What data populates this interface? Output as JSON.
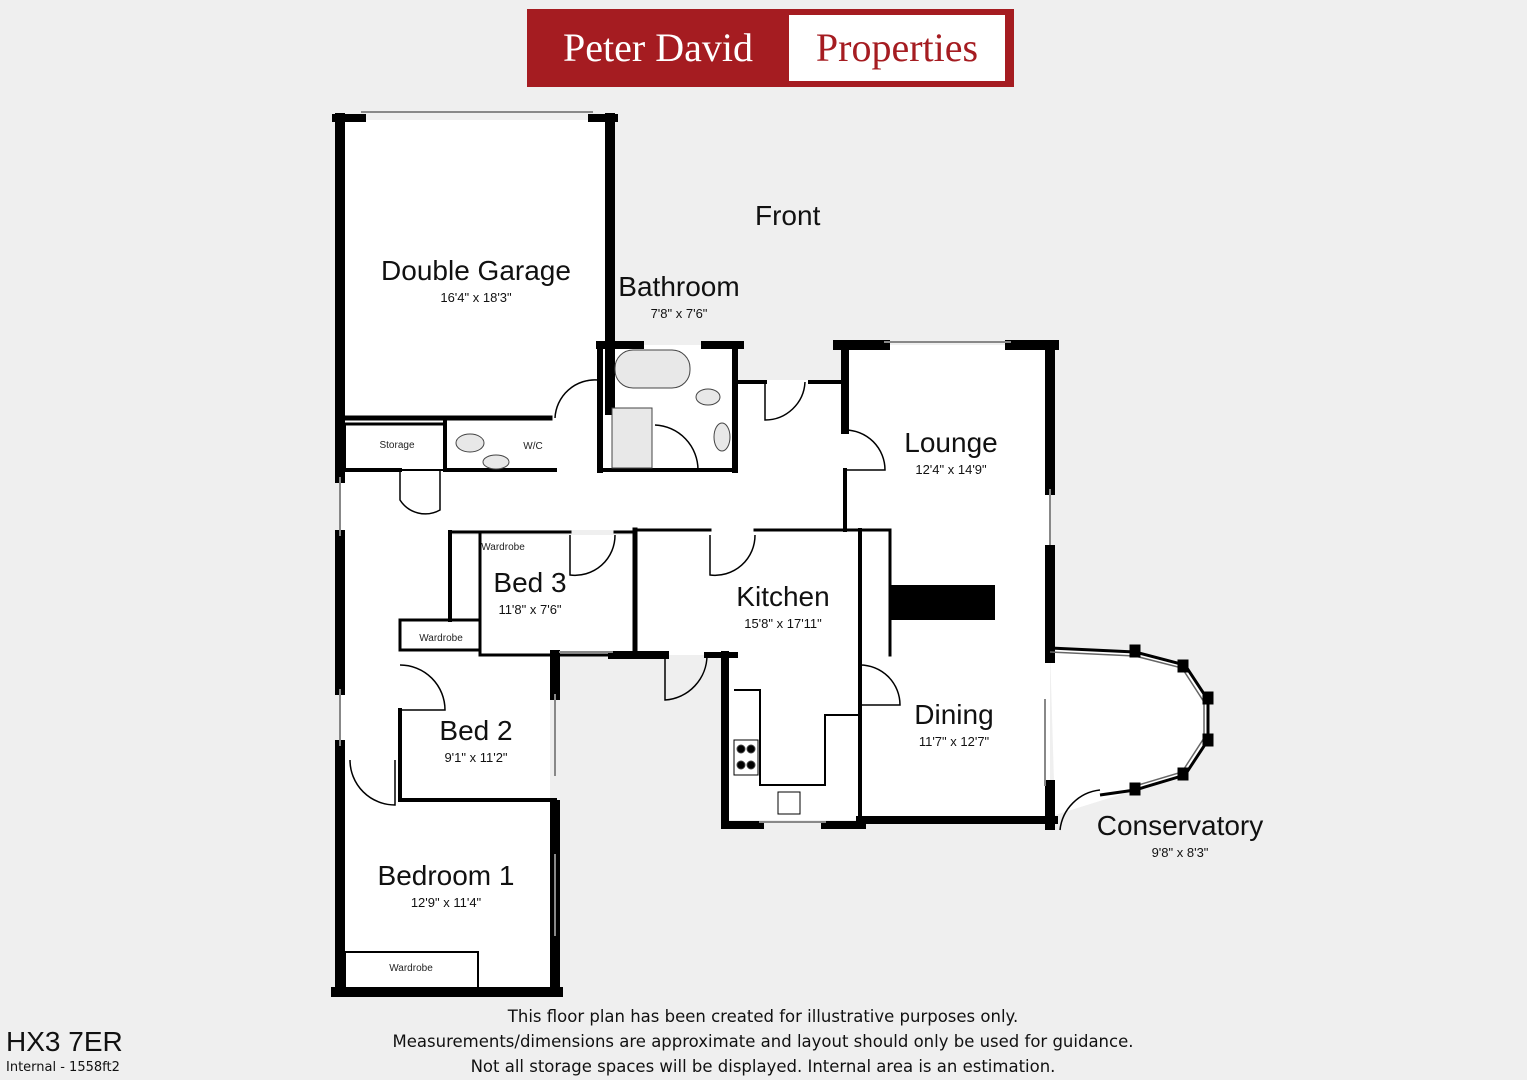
{
  "logo": {
    "part1": "Peter David",
    "part2": "Properties"
  },
  "plan": {
    "front_label": "Front",
    "rooms": {
      "double_garage": {
        "name": "Double Garage",
        "dims": "16'4\" x 18'3\""
      },
      "bathroom": {
        "name": "Bathroom",
        "dims": "7'8\" x 7'6\""
      },
      "lounge": {
        "name": "Lounge",
        "dims": "12'4\" x 14'9\""
      },
      "kitchen": {
        "name": "Kitchen",
        "dims": "15'8\" x 17'11\""
      },
      "bed3": {
        "name": "Bed 3",
        "dims": "11'8\" x 7'6\""
      },
      "bed2": {
        "name": "Bed 2",
        "dims": "9'1\" x 11'2\""
      },
      "dining": {
        "name": "Dining",
        "dims": "11'7\" x 12'7\""
      },
      "conservatory": {
        "name": "Conservatory",
        "dims": "9'8\" x 8'3\""
      },
      "bedroom1": {
        "name": "Bedroom 1",
        "dims": "12'9\" x 11'4\""
      }
    },
    "labels": {
      "storage": "Storage",
      "wc": "W/C",
      "wardrobe_bed3": "Wardrobe",
      "wardrobe_bed2": "Wardrobe",
      "wardrobe_bed1": "Wardrobe"
    }
  },
  "disclaimer": {
    "line1": "This floor plan has been created for illustrative purposes only.",
    "line2": "Measurements/dimensions are approximate and layout should only be used for guidance.",
    "line3": "Not all storage spaces will be displayed. Internal area is an estimation."
  },
  "postcode": "HX3 7ER",
  "internal_area": "Internal - 1558ft2",
  "colors": {
    "brand": "#a51c21",
    "wall": "#000000",
    "background": "#efefef"
  }
}
